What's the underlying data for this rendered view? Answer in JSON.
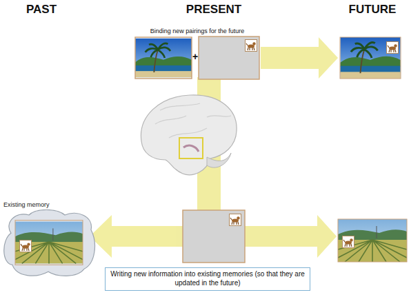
{
  "diagram": {
    "nodes": [
      {
        "text": [
          "Existing memory"
        ]
      },
      {
        "text": [
          "Writing new information into existing memories (so that they are updated in the future)"
        ]
      }
    ],
    "labels": [
      "PAST",
      "PRESENT",
      "FUTURE",
      "Binding new pairings for the future",
      "+"
    ]
  }
}
